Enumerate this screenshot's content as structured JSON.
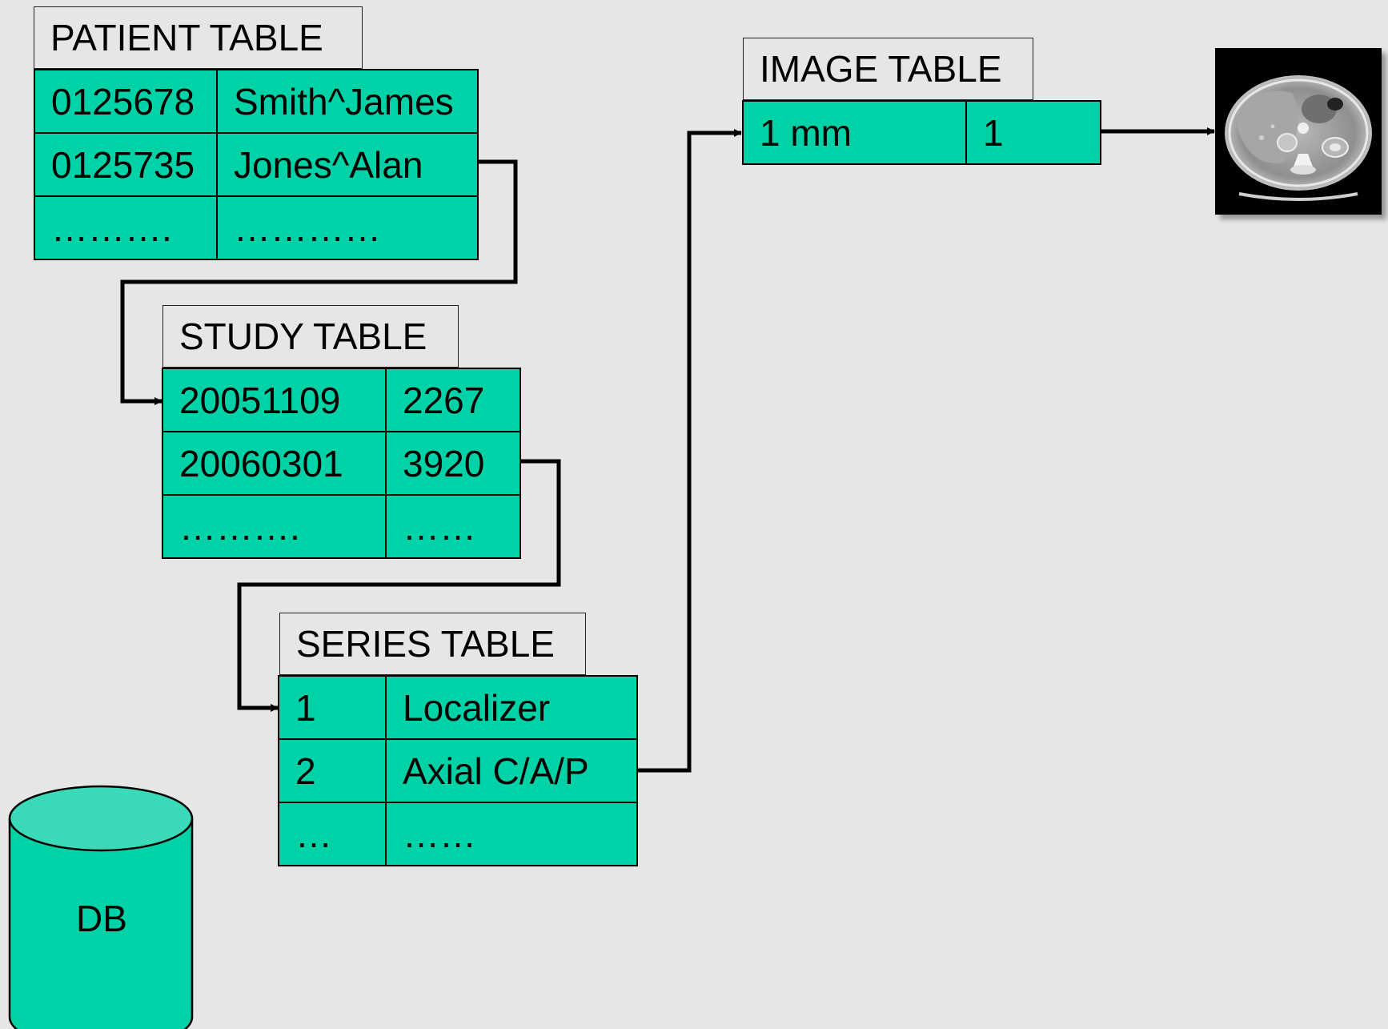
{
  "patient_table": {
    "title": "PATIENT TABLE",
    "rows": [
      [
        "0125678",
        "Smith^James"
      ],
      [
        "0125735",
        "Jones^Alan"
      ],
      [
        "……….",
        "…………"
      ]
    ]
  },
  "study_table": {
    "title": "STUDY TABLE",
    "rows": [
      [
        "20051109",
        "2267"
      ],
      [
        "20060301",
        "3920"
      ],
      [
        "……….",
        "……"
      ]
    ]
  },
  "series_table": {
    "title": "SERIES TABLE",
    "rows": [
      [
        "1",
        "Localizer"
      ],
      [
        "2",
        "Axial C/A/P"
      ],
      [
        "…",
        "……"
      ]
    ]
  },
  "image_table": {
    "title": "IMAGE TABLE",
    "rows": [
      [
        "1 mm",
        "1"
      ]
    ]
  },
  "database": {
    "label": "DB"
  },
  "colors": {
    "background": "#e6e6e6",
    "cell_fill": "#00d2a8",
    "db_fill": "#3ad9b8",
    "border": "#000000"
  },
  "image": {
    "icon": "ct-scan-axial-slice-icon"
  }
}
